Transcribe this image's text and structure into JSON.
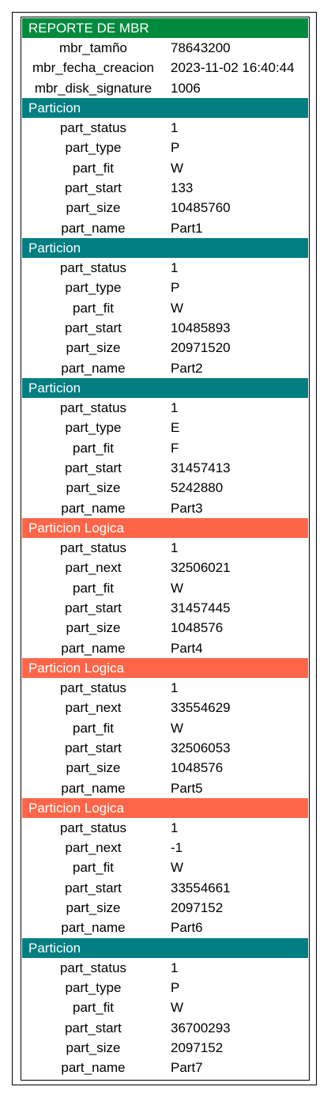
{
  "report_title": "REPORTE DE MBR",
  "colors": {
    "mbr_header": "#008a3e",
    "primary_partition_header": "#007e82",
    "logical_partition_header": "#ff6649"
  },
  "mbr": [
    {
      "key": "mbr_tamño",
      "value": "78643200"
    },
    {
      "key": "mbr_fecha_creacion",
      "value": "2023-11-02 16:40:44"
    },
    {
      "key": "mbr_disk_signature",
      "value": "1006"
    }
  ],
  "sections": [
    {
      "title": "Particion",
      "kind": "primary",
      "rows": [
        {
          "key": "part_status",
          "value": "1"
        },
        {
          "key": "part_type",
          "value": "P"
        },
        {
          "key": "part_fit",
          "value": "W"
        },
        {
          "key": "part_start",
          "value": "133"
        },
        {
          "key": "part_size",
          "value": "10485760"
        },
        {
          "key": "part_name",
          "value": "Part1"
        }
      ]
    },
    {
      "title": "Particion",
      "kind": "primary",
      "rows": [
        {
          "key": "part_status",
          "value": "1"
        },
        {
          "key": "part_type",
          "value": "P"
        },
        {
          "key": "part_fit",
          "value": "W"
        },
        {
          "key": "part_start",
          "value": "10485893"
        },
        {
          "key": "part_size",
          "value": "20971520"
        },
        {
          "key": "part_name",
          "value": "Part2"
        }
      ]
    },
    {
      "title": "Particion",
      "kind": "primary",
      "rows": [
        {
          "key": "part_status",
          "value": "1"
        },
        {
          "key": "part_type",
          "value": "E"
        },
        {
          "key": "part_fit",
          "value": "F"
        },
        {
          "key": "part_start",
          "value": "31457413"
        },
        {
          "key": "part_size",
          "value": "5242880"
        },
        {
          "key": "part_name",
          "value": "Part3"
        }
      ]
    },
    {
      "title": "Particion Logica",
      "kind": "logical",
      "rows": [
        {
          "key": "part_status",
          "value": "1"
        },
        {
          "key": "part_next",
          "value": "32506021"
        },
        {
          "key": "part_fit",
          "value": "W"
        },
        {
          "key": "part_start",
          "value": "31457445"
        },
        {
          "key": "part_size",
          "value": "1048576"
        },
        {
          "key": "part_name",
          "value": "Part4"
        }
      ]
    },
    {
      "title": "Particion Logica",
      "kind": "logical",
      "rows": [
        {
          "key": "part_status",
          "value": "1"
        },
        {
          "key": "part_next",
          "value": "33554629"
        },
        {
          "key": "part_fit",
          "value": "W"
        },
        {
          "key": "part_start",
          "value": "32506053"
        },
        {
          "key": "part_size",
          "value": "1048576"
        },
        {
          "key": "part_name",
          "value": "Part5"
        }
      ]
    },
    {
      "title": "Particion Logica",
      "kind": "logical",
      "rows": [
        {
          "key": "part_status",
          "value": "1"
        },
        {
          "key": "part_next",
          "value": "-1"
        },
        {
          "key": "part_fit",
          "value": "W"
        },
        {
          "key": "part_start",
          "value": "33554661"
        },
        {
          "key": "part_size",
          "value": "2097152"
        },
        {
          "key": "part_name",
          "value": "Part6"
        }
      ]
    },
    {
      "title": "Particion",
      "kind": "primary",
      "rows": [
        {
          "key": "part_status",
          "value": "1"
        },
        {
          "key": "part_type",
          "value": "P"
        },
        {
          "key": "part_fit",
          "value": "W"
        },
        {
          "key": "part_start",
          "value": "36700293"
        },
        {
          "key": "part_size",
          "value": "2097152"
        },
        {
          "key": "part_name",
          "value": "Part7"
        }
      ]
    }
  ]
}
